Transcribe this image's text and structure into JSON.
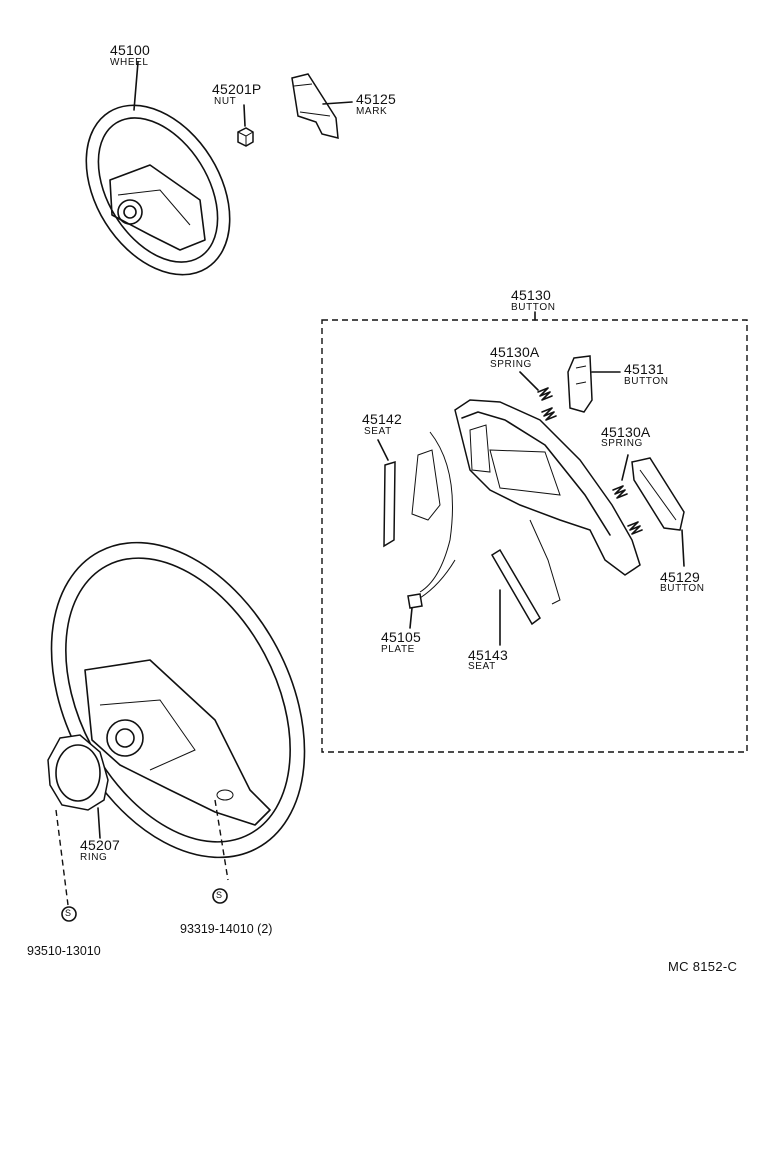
{
  "parts": [
    {
      "id": "wheel-top",
      "number": "45100",
      "name": "WHEEL"
    },
    {
      "id": "nut",
      "number": "45201P",
      "name": "NUT"
    },
    {
      "id": "mark",
      "number": "45125",
      "name": "MARK"
    },
    {
      "id": "button-assembly",
      "number": "45130",
      "name": "BUTTON"
    },
    {
      "id": "spring-upper",
      "number": "45130A",
      "name": "SPRING"
    },
    {
      "id": "button-45131",
      "number": "45131",
      "name": "BUTTON"
    },
    {
      "id": "seat-45142",
      "number": "45142",
      "name": "SEAT"
    },
    {
      "id": "spring-lower",
      "number": "45130A",
      "name": "SPRING"
    },
    {
      "id": "button-45129",
      "number": "45129",
      "name": "BUTTON"
    },
    {
      "id": "plate",
      "number": "45105",
      "name": "PLATE"
    },
    {
      "id": "seat-45143",
      "number": "45143",
      "name": "SEAT"
    },
    {
      "id": "ring",
      "number": "45207",
      "name": "RING"
    }
  ],
  "references": [
    {
      "id": "ring-screw",
      "symbol": "S",
      "number": "93510-13010"
    },
    {
      "id": "wheel-screw",
      "symbol": "S",
      "number": "93319-14010 (2)"
    }
  ],
  "diagram_code": "MC 8152-C"
}
